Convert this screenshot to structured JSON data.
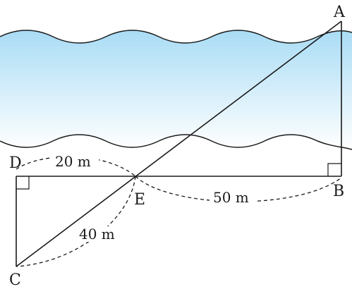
{
  "points": {
    "A": "A",
    "B": "B",
    "C": "C",
    "D": "D",
    "E": "E"
  },
  "measurements": {
    "DE": "20 m",
    "EB": "50 m",
    "EC": "40 m"
  },
  "colors": {
    "river_top": "#a9dcf5",
    "river_bottom": "#ffffff",
    "stroke": "#1a1a1a"
  }
}
